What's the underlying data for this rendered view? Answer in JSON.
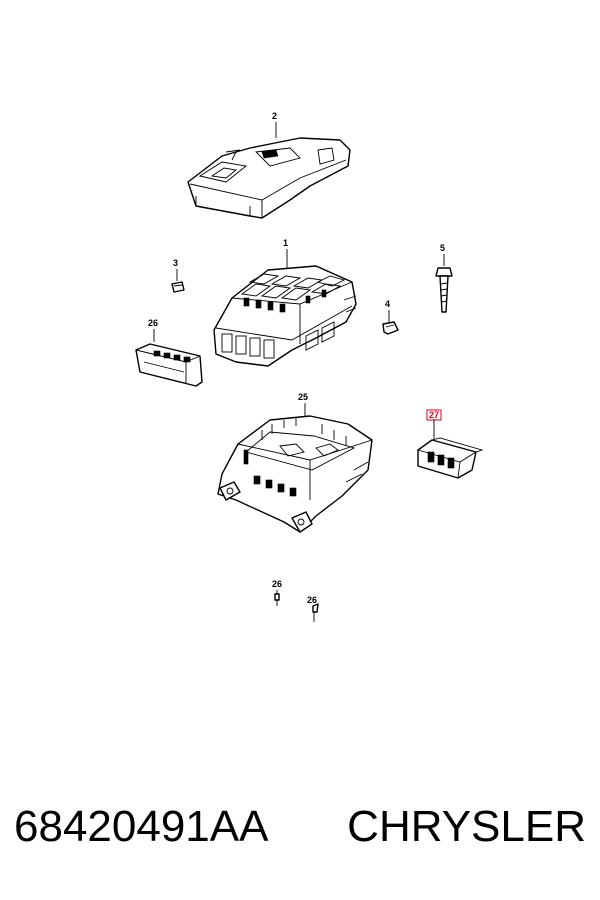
{
  "diagram": {
    "callouts": [
      {
        "id": "c2",
        "label": "2"
      },
      {
        "id": "c1",
        "label": "1"
      },
      {
        "id": "c3",
        "label": "3"
      },
      {
        "id": "c5",
        "label": "5"
      },
      {
        "id": "c4",
        "label": "4"
      },
      {
        "id": "c26a",
        "label": "26"
      },
      {
        "id": "c25",
        "label": "25"
      },
      {
        "id": "c27",
        "label": "27"
      },
      {
        "id": "c26b",
        "label": "26"
      },
      {
        "id": "c26c",
        "label": "26"
      }
    ],
    "highlight_color": "#d9001b"
  },
  "footer": {
    "part_number": "68420491AA",
    "brand": "CHRYSLER"
  }
}
